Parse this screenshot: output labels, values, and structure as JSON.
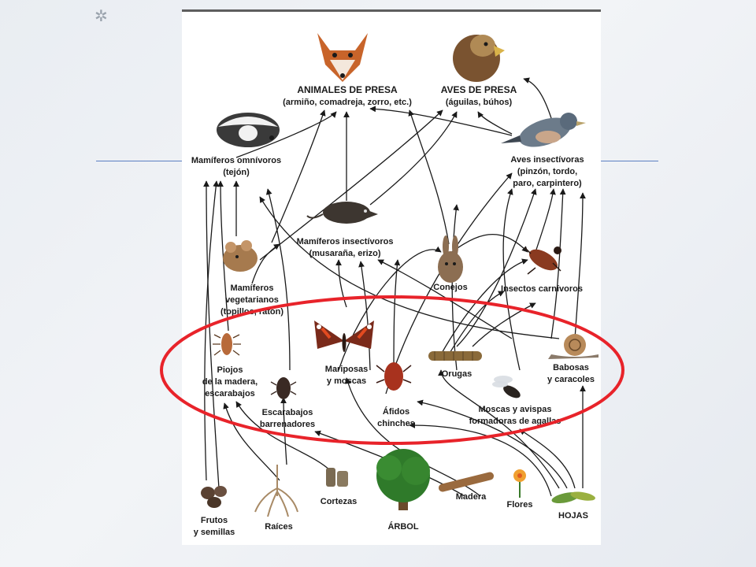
{
  "labels": {
    "animales_presa_1": "ANIMALES DE PRESA",
    "animales_presa_2": "(armiño, comadreja, zorro, etc.)",
    "aves_presa_1": "AVES DE PRESA",
    "aves_presa_2": "(águilas, búhos)",
    "omnivoros_1": "Mamíferos omnívoros",
    "omnivoros_2": "(tejón)",
    "aves_insect_1": "Aves insectívoras",
    "aves_insect_2": "(pinzón, tordo,",
    "aves_insect_3": "paro, carpintero)",
    "mam_insect_1": "Mamíferos insectívoros",
    "mam_insect_2": "(musaraña, erizo)",
    "conejos": "Conejos",
    "insectos_carn": "Insectos carnívoros",
    "vegetarianos_1": "Mamíferos",
    "vegetarianos_2": "vegetarianos",
    "vegetarianos_3": "(topillos, ratón)",
    "piojos_1": "Piojos",
    "piojos_2": "de la madera,",
    "piojos_3": "escarabajos",
    "mariposas_1": "Mariposas",
    "mariposas_2": "y moscas",
    "orugas": "Orugas",
    "babosas_1": "Babosas",
    "babosas_2": "y caracoles",
    "escarabajos_1": "Escarabajos",
    "escarabajos_2": "barrenadores",
    "afidos_1": "Áfidos",
    "afidos_2": "chinches",
    "moscas_avispas_1": "Moscas y avispas",
    "moscas_avispas_2": "formadoras de agallas",
    "frutos_1": "Frutos",
    "frutos_2": "y semillas",
    "raices": "Raíces",
    "cortezas": "Cortezas",
    "arbol": "ÁRBOL",
    "madera": "Madera",
    "flores": "Flores",
    "hojas": "HOJAS"
  },
  "colors": {
    "highlight_ellipse": "#e8232a",
    "arrow": "#1a1a1a",
    "accent_line": "#5b7fc2"
  },
  "icons": [
    "fox-icon",
    "eagle-icon",
    "badger-icon",
    "finch-icon",
    "shrew-icon",
    "mouse-icon",
    "rabbit-icon",
    "beetle-icon",
    "louse-icon",
    "butterfly-icon",
    "caterpillar-icon",
    "snail-icon",
    "bark-beetle-icon",
    "aphid-icon",
    "wasp-icon",
    "seeds-icon",
    "roots-icon",
    "bark-icon",
    "tree-icon",
    "wood-icon",
    "flowers-icon",
    "leaves-icon"
  ]
}
